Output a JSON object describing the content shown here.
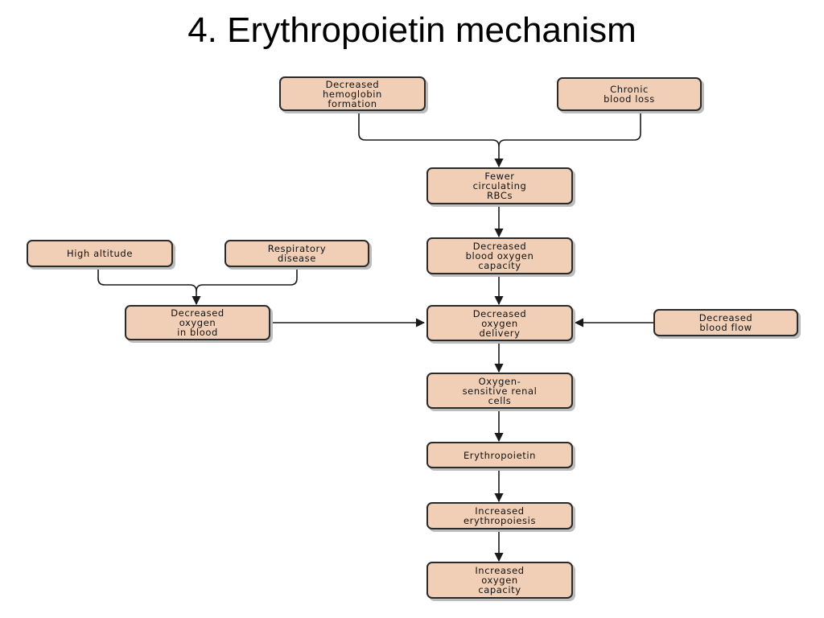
{
  "title": "4. Erythropoietin mechanism",
  "nodes": {
    "decreased_hemoglobin_formation": "Decreased\nhemoglobin\nformation",
    "chronic_blood_loss": "Chronic\nblood loss",
    "fewer_circulating_rbcs": "Fewer\ncirculating\nRBCs",
    "high_altitude": "High altitude",
    "respiratory_disease": "Respiratory\ndisease",
    "decreased_blood_oxygen_capacity": "Decreased\nblood oxygen\ncapacity",
    "decreased_oxygen_in_blood": "Decreased\noxygen\nin blood",
    "decreased_oxygen_delivery": "Decreased\noxygen\ndelivery",
    "decreased_blood_flow": "Decreased\nblood flow",
    "oxygen_sensitive_renal_cells": "Oxygen-\nsensitive renal\ncells",
    "erythropoietin": "Erythropoietin",
    "increased_erythropoiesis": "Increased\nerythropoiesis",
    "increased_oxygen_capacity": "Increased\noxygen\ncapacity"
  },
  "colors": {
    "node_fill": "#f1cfb6",
    "node_border": "#2a2a2a",
    "connector": "#1a1a1a"
  }
}
